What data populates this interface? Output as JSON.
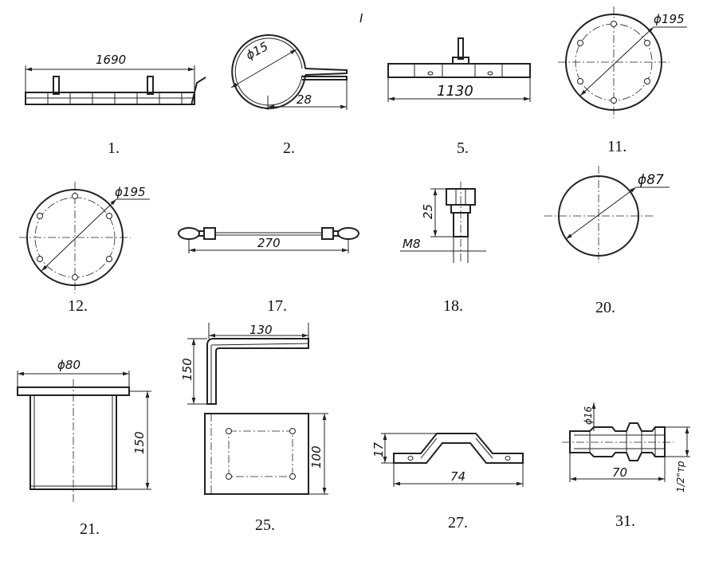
{
  "marker": "I",
  "parts": [
    {
      "id": "p1",
      "caption": "1.",
      "dimensions": [
        "1690"
      ]
    },
    {
      "id": "p2",
      "caption": "2.",
      "dimensions": [
        "ϕ15",
        "28"
      ]
    },
    {
      "id": "p5",
      "caption": "5.",
      "dimensions": [
        "1130"
      ]
    },
    {
      "id": "p11",
      "caption": "11.",
      "dimensions": [
        "ϕ195"
      ]
    },
    {
      "id": "p12",
      "caption": "12.",
      "dimensions": [
        "ϕ195"
      ]
    },
    {
      "id": "p17",
      "caption": "17.",
      "dimensions": [
        "270"
      ]
    },
    {
      "id": "p18",
      "caption": "18.",
      "dimensions": [
        "25",
        "M8"
      ]
    },
    {
      "id": "p20",
      "caption": "20.",
      "dimensions": [
        "ϕ87"
      ]
    },
    {
      "id": "p21",
      "caption": "21.",
      "dimensions": [
        "ϕ80",
        "150"
      ]
    },
    {
      "id": "p25",
      "caption": "25.",
      "dimensions": [
        "130",
        "150",
        "100"
      ]
    },
    {
      "id": "p27",
      "caption": "27.",
      "dimensions": [
        "17",
        "74"
      ]
    },
    {
      "id": "p31",
      "caption": "31.",
      "dimensions": [
        "ϕ16",
        "70",
        "1/2\"тр"
      ]
    }
  ]
}
